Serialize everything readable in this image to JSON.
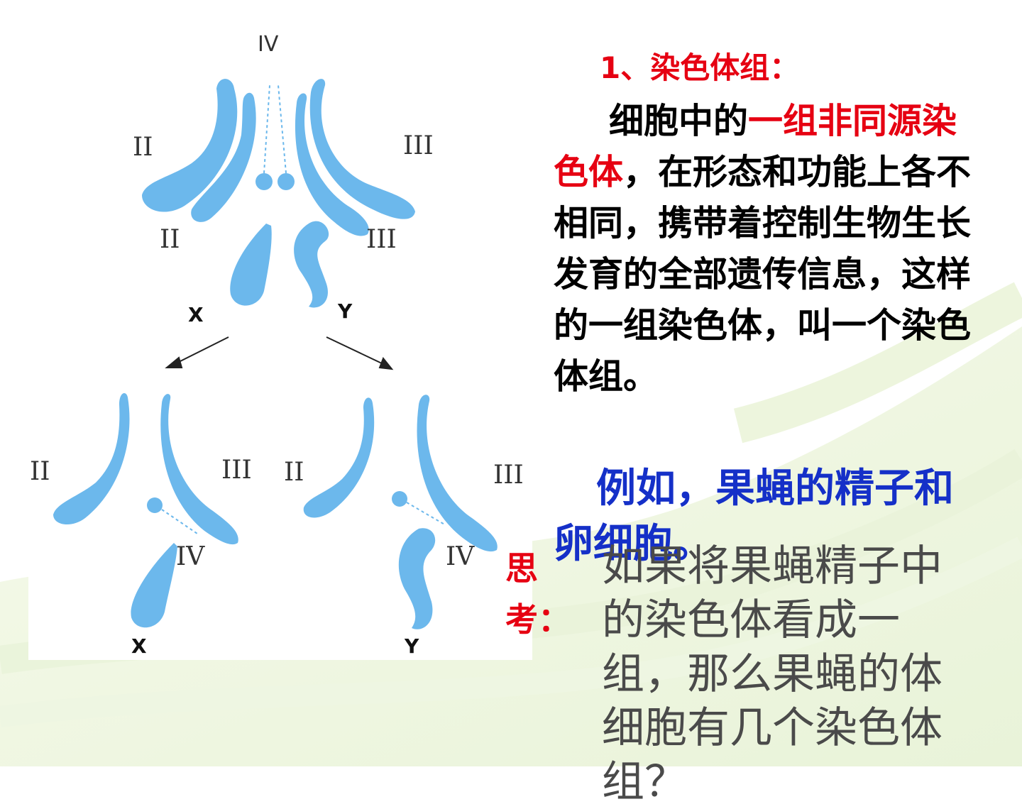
{
  "figure": {
    "top": {
      "label_iv": "IV",
      "label_ii_upper": "II",
      "label_iii_upper": "III",
      "label_ii_lower": "II",
      "label_iii_lower": "III",
      "label_x": "X",
      "label_y": "Y"
    },
    "left_gamete": {
      "label_ii": "II",
      "label_iii": "III",
      "label_iv": "IV",
      "label_x": "X"
    },
    "right_gamete": {
      "label_ii": "II",
      "label_iii": "III",
      "label_iv": "IV",
      "label_y": "Y"
    },
    "colors": {
      "chromosome": "#6cb8ec",
      "arrow": "#222222"
    }
  },
  "heading": "1、染色体组：",
  "definition": {
    "part1": "细胞中的",
    "highlight": "一组非同源染色体",
    "part2": "，在形态和功能上各不相同，携带着控制生物生长发育的全部遗传信息，这样的一组染色体，叫一个染色体组。"
  },
  "example": "例如，果蝇的精子和卵细胞。",
  "think": {
    "label": "思考：",
    "question": "如果将果蝇精子中的染色体看成一组，那么果蝇的体细胞有几个染色体组？"
  },
  "colors": {
    "red": "#e60012",
    "blue": "#1530c8",
    "gray": "#4a4a4a"
  }
}
